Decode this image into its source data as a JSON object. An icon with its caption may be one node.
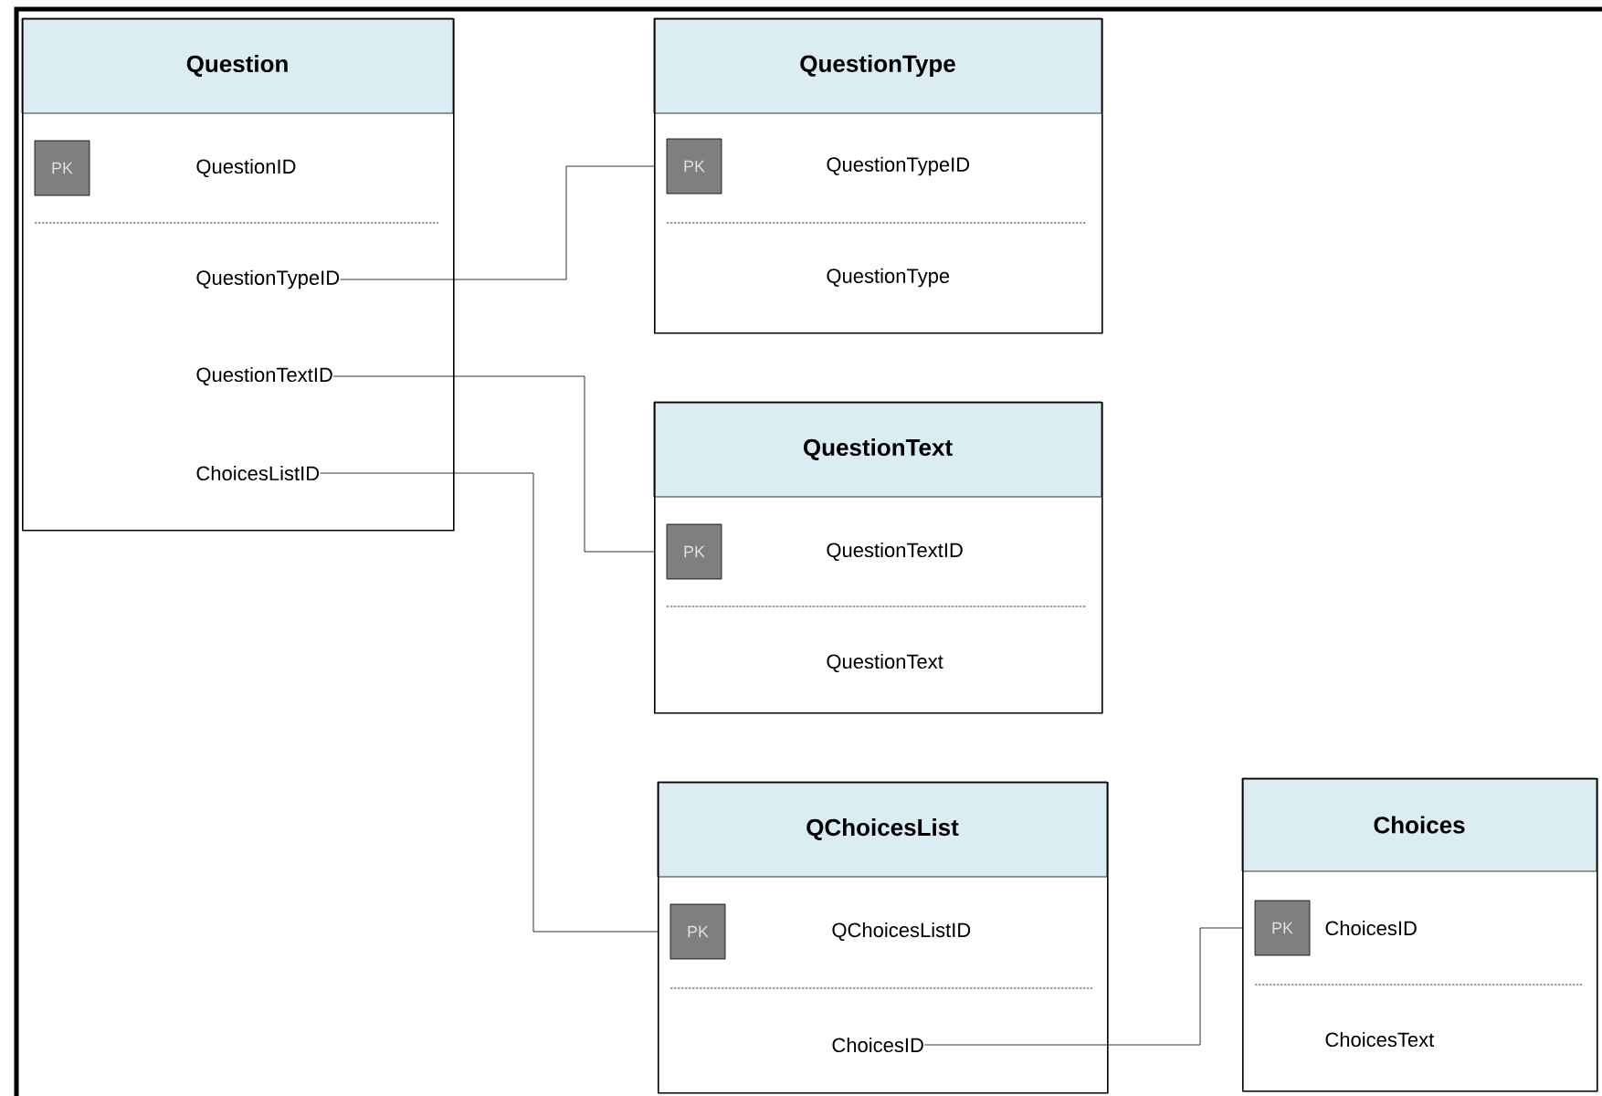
{
  "diagram": {
    "nodes": [
      {
        "text": [
          "Question"
        ]
      },
      {
        "text": [
          "PK"
        ],
        "in": 0
      },
      {
        "text": [
          "QuestionID"
        ],
        "in": 0
      },
      {
        "text": [
          "QuestionTypeID"
        ],
        "in": 0
      },
      {
        "text": [
          "QuestionTextID"
        ],
        "in": 0
      },
      {
        "text": [
          "ChoicesListID"
        ],
        "in": 0
      },
      {
        "text": [
          "QuestionType"
        ]
      },
      {
        "text": [
          "PK"
        ],
        "in": 6
      },
      {
        "text": [
          "QuestionTypeID"
        ],
        "in": 6
      },
      {
        "text": [
          "QuestionType"
        ],
        "in": 6
      },
      {
        "text": [
          "QuestionText"
        ]
      },
      {
        "text": [
          "PK"
        ],
        "in": 10
      },
      {
        "text": [
          "QuestionTextID"
        ],
        "in": 10
      },
      {
        "text": [
          "QuestionText"
        ],
        "in": 10
      },
      {
        "text": [
          "QChoicesList"
        ]
      },
      {
        "text": [
          "PK"
        ],
        "in": 14
      },
      {
        "text": [
          "QChoicesListID"
        ],
        "in": 14
      },
      {
        "text": [
          "ChoicesID"
        ],
        "in": 14
      },
      {
        "text": [
          "Choices"
        ]
      },
      {
        "text": [
          "PK"
        ],
        "in": 18
      },
      {
        "text": [
          "ChoicesID"
        ],
        "in": 18
      },
      {
        "text": [
          "ChoicesText"
        ],
        "in": 18
      }
    ],
    "edges": [
      {
        "from": 3,
        "to": 6,
        "arrow": "none"
      },
      {
        "from": 4,
        "to": 10,
        "arrow": "none"
      },
      {
        "from": 5,
        "to": 14,
        "arrow": "none"
      },
      {
        "from": 17,
        "to": 18,
        "arrow": "none"
      }
    ]
  }
}
